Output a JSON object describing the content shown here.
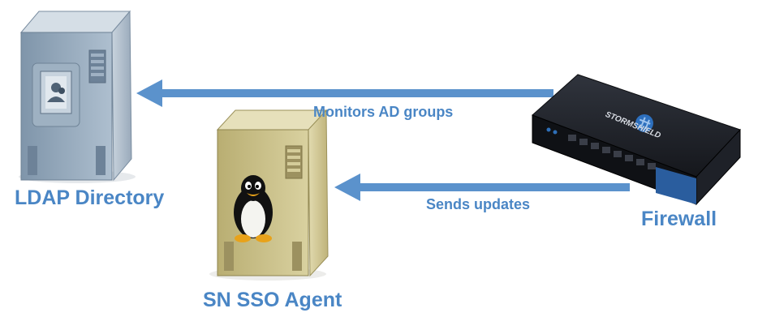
{
  "nodes": {
    "ldap": {
      "label": "LDAP Directory",
      "icon": "directory-server-icon"
    },
    "agent": {
      "label": "SN SSO Agent",
      "icon": "linux-server-icon"
    },
    "firewall": {
      "label": "Firewall",
      "icon": "stormshield-appliance-icon",
      "brand_text": "STORMSHIELD"
    }
  },
  "edges": [
    {
      "from": "firewall",
      "to": "ldap",
      "label": "Monitors AD groups"
    },
    {
      "from": "firewall",
      "to": "agent",
      "label": "Sends updates"
    }
  ],
  "colors": {
    "accent": "#4a86c5",
    "arrow": "#5b92cc",
    "ldap_server": "#8fa6bb",
    "agent_server": "#c9c08a",
    "firewall_body": "#1c1f26"
  }
}
